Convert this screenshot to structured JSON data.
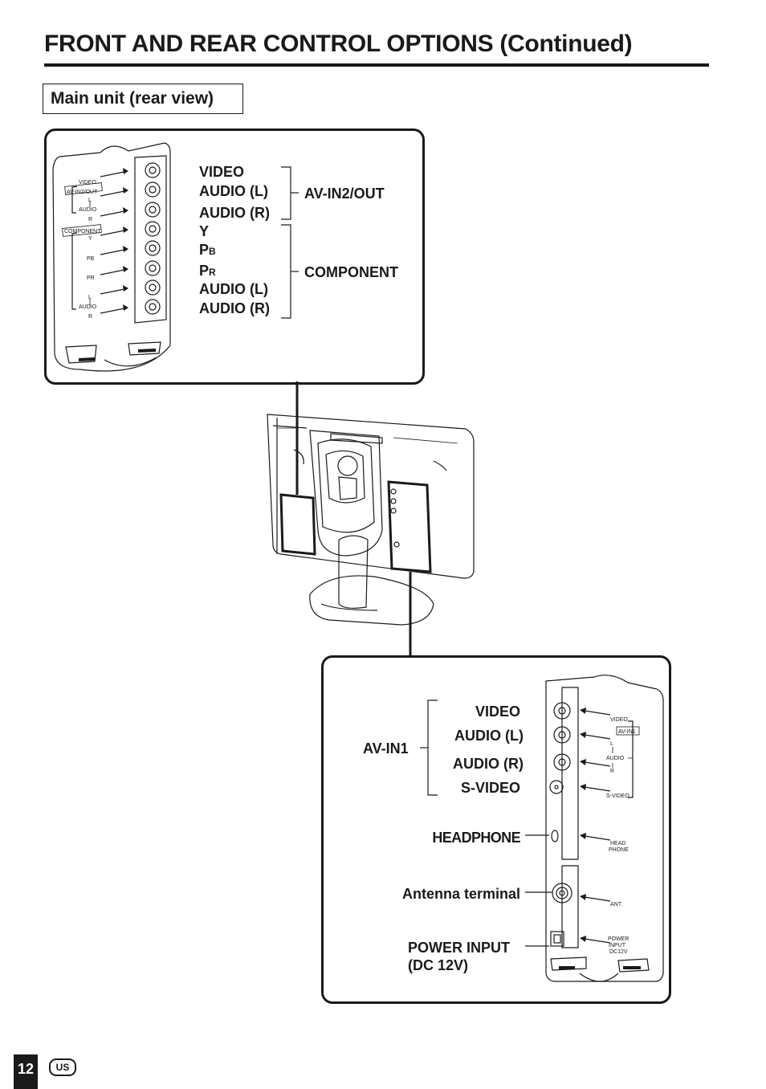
{
  "page": {
    "title": "FRONT AND REAR CONTROL OPTIONS (Continued)",
    "subtitle": "Main unit (rear view)",
    "page_number": "12",
    "region_badge": "US"
  },
  "upper_panel": {
    "labels": {
      "video": "VIDEO",
      "audio_l_1": "AUDIO (L)",
      "audio_r_1": "AUDIO (R)",
      "y": "Y",
      "pb_main": "P",
      "pb_sub": "B",
      "pr_main": "P",
      "pr_sub": "R",
      "audio_l_2": "AUDIO (L)",
      "audio_r_2": "AUDIO (R)"
    },
    "groups": {
      "av_in2_out": "AV-IN2/OUT",
      "component": "COMPONENT"
    },
    "device_prints": {
      "video": "VIDEO",
      "av_in2_out": "AV-IN2/OUT",
      "l1": "L",
      "audio1": "AUDIO",
      "r1": "R",
      "component": "COMPONENT",
      "y": "Y",
      "pb": "PB",
      "pr": "PR",
      "l2": "L",
      "audio2": "AUDIO",
      "r2": "R"
    }
  },
  "lower_panel": {
    "labels": {
      "video": "VIDEO",
      "audio_l": "AUDIO (L)",
      "audio_r": "AUDIO (R)",
      "s_video": "S-VIDEO",
      "headphone": "HEADPHONE",
      "antenna": "Antenna terminal",
      "power_line1": "POWER INPUT",
      "power_line2": "(DC 12V)"
    },
    "groups": {
      "av_in1": "AV-IN1"
    },
    "device_prints": {
      "video": "VIDEO",
      "av_in1": "AV-IN1",
      "l": "L",
      "audio": "AUDIO",
      "r": "R",
      "s_video": "S-VIDEO",
      "head": "HEAD",
      "phone": "PHONE",
      "ant": "ANT.",
      "power": "POWER",
      "input": "INPUT",
      "dc12v": "DC12V"
    }
  }
}
